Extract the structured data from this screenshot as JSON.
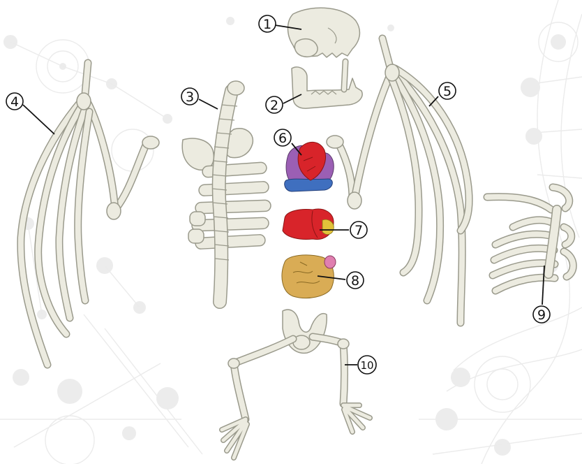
{
  "labels": {
    "l1": "1",
    "l2": "2",
    "l3": "3",
    "l4": "4",
    "l5": "5",
    "l6": "6",
    "l7": "7",
    "l8": "8",
    "l9": "9",
    "l10": "10"
  },
  "parts": [
    {
      "id": "1",
      "name": "skull-upper-icon"
    },
    {
      "id": "2",
      "name": "lower-jaw-icon"
    },
    {
      "id": "3",
      "name": "spine-and-ribs-icon"
    },
    {
      "id": "4",
      "name": "left-wing-bones-icon"
    },
    {
      "id": "5",
      "name": "right-wing-bones-icon"
    },
    {
      "id": "6",
      "name": "heart-lungs-icon"
    },
    {
      "id": "7",
      "name": "liver-icon"
    },
    {
      "id": "8",
      "name": "stomach-icon"
    },
    {
      "id": "9",
      "name": "ribcage-icon"
    },
    {
      "id": "10",
      "name": "pelvis-legs-icon"
    }
  ],
  "colors": {
    "bone": "#ecebe0",
    "bone_outline": "#9a9a8c",
    "heart": "#d8242a",
    "lung": "#9b5fb4",
    "blue": "#3f6fbf",
    "liver": "#d8242a",
    "stomach": "#d9ac55",
    "pink": "#e07fb0",
    "background_pattern": "#e6e6e6"
  }
}
